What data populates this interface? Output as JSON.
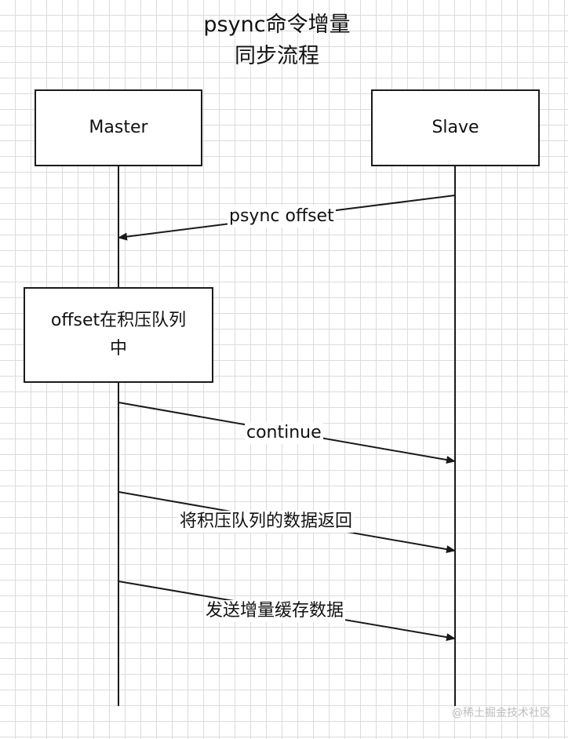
{
  "diagram": {
    "type": "sequence",
    "title_line1": "psync命令增量",
    "title_line2": "同步流程",
    "participants": [
      {
        "id": "master",
        "label": "Master"
      },
      {
        "id": "slave",
        "label": "Slave"
      }
    ],
    "note": {
      "line1": "offset在积压队列",
      "line2": "中",
      "on": "master"
    },
    "messages": [
      {
        "from": "slave",
        "to": "master",
        "label": "psync offset"
      },
      {
        "from": "master",
        "to": "slave",
        "label": "continue"
      },
      {
        "from": "master",
        "to": "slave",
        "label": "将积压队列的数据返回"
      },
      {
        "from": "master",
        "to": "slave",
        "label": "发送增量缓存数据"
      }
    ],
    "colors": {
      "line": "#1a1a1a",
      "grid": "#dcdcdc",
      "background": "#ffffff"
    }
  },
  "watermark": "@稀土掘金技术社区"
}
